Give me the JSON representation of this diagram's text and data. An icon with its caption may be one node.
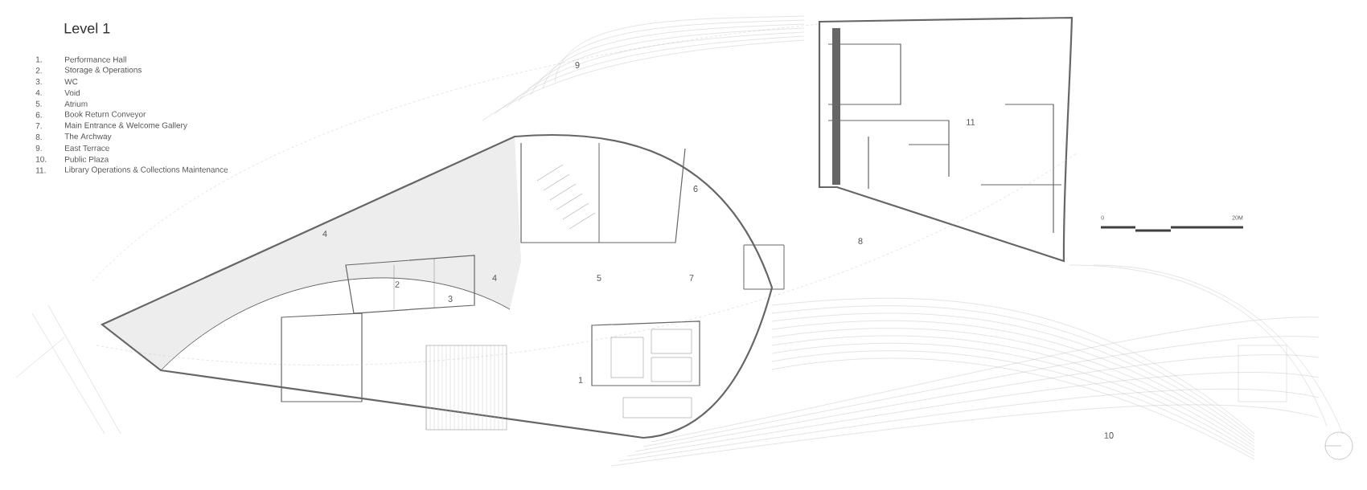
{
  "diagram": {
    "title": "Level 1",
    "labels": [
      "1.",
      "Performance Hall",
      "2.",
      "Storage & Operations",
      "3.",
      "WC",
      "4.",
      "Void",
      "5.",
      "Atrium",
      "6.",
      "Book Return Conveyor",
      "7.",
      "Main Entrance & Welcome Gallery",
      "8.",
      "The Archway",
      "9.",
      "East Terrace",
      "10.",
      "Public Plaza",
      "11.",
      "Library Operations & Collections Maintenance",
      "9",
      "11",
      "6",
      "4",
      "8",
      "2",
      "4",
      "5",
      "7",
      "3",
      "1",
      "10",
      "0",
      "20M"
    ]
  }
}
